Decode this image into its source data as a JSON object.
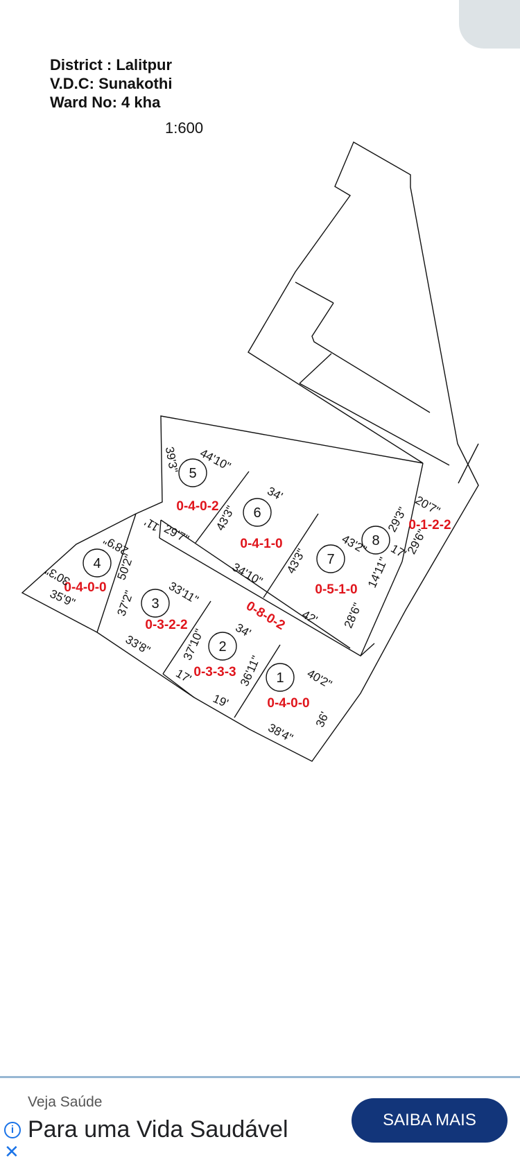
{
  "header": {
    "district": "District : Lalitpur",
    "vdc": "V.D.C: Sunakothi",
    "ward": "Ward No: 4 kha",
    "scale": "1:600"
  },
  "plots": [
    {
      "num": "1",
      "area": "0-4-0-0"
    },
    {
      "num": "2",
      "area": "0-3-3-3"
    },
    {
      "num": "3",
      "area": "0-3-2-2"
    },
    {
      "num": "4",
      "area": "0-4-0-0"
    },
    {
      "num": "5",
      "area": "0-4-0-2"
    },
    {
      "num": "6",
      "area": "0-4-1-0"
    },
    {
      "num": "7",
      "area": "0-5-1-0"
    },
    {
      "num": "8",
      "area": "0-1-2-2"
    }
  ],
  "road_area": "0-8-0-2",
  "dimensions": {
    "d1": "44'10\"",
    "d2": "39'3\"",
    "d3": "34'",
    "d4": "43'3\"",
    "d5": "29'7\"",
    "d6": "11'",
    "d7": "28'9\"",
    "d8": "30'3\"",
    "d9": "50'2\"",
    "d10": "35'9\"",
    "d11": "37'2\"",
    "d12": "33'11\"",
    "d13": "33'8\"",
    "d14": "34'10\"",
    "d15": "43'3\"",
    "d16": "43'2\"",
    "d17": "29'3\"",
    "d18": "20'7\"",
    "d19": "17'",
    "d20": "29'6\"",
    "d21": "14'11\"",
    "d22": "28'6\"",
    "d23": "42'",
    "d24": "34'",
    "d25": "37'10\"",
    "d26": "17'",
    "d27": "19'",
    "d28": "36'11\"",
    "d29": "40'2\"",
    "d30": "36'",
    "d31": "38'4\""
  },
  "ad": {
    "brand": "Veja Saúde",
    "headline": "Para uma Vida Saudável",
    "cta": "SAIBA MAIS",
    "info_icon": "i",
    "close_icon": "✕"
  },
  "colors": {
    "area_text": "#e0141b",
    "cta_background": "#12357a",
    "ad_border": "#97b7d3"
  }
}
